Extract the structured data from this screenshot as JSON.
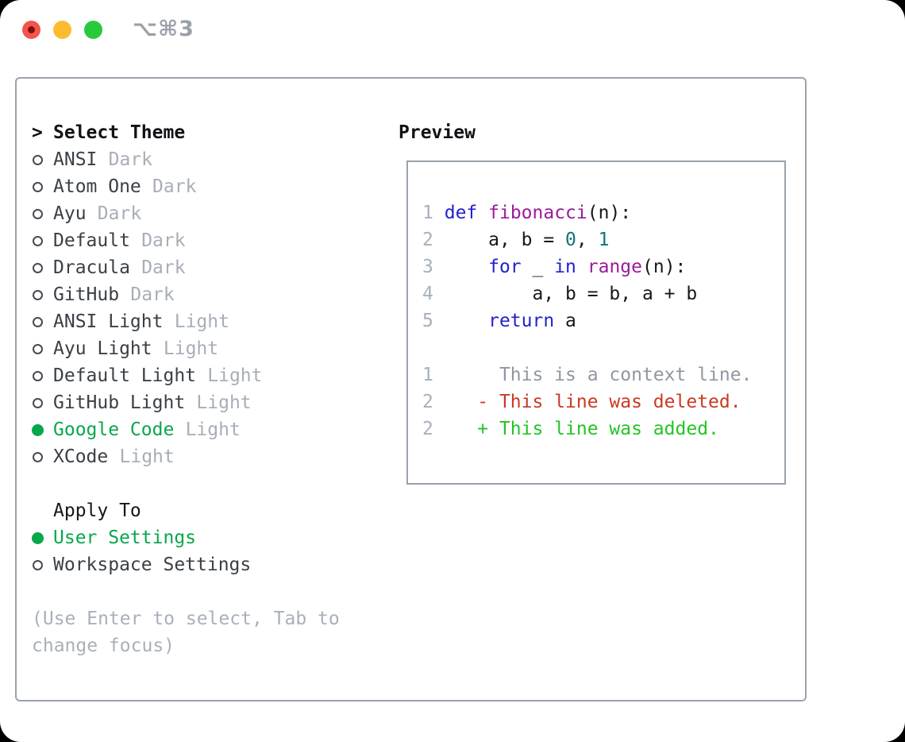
{
  "titlebar": {
    "shortcut": "⌥⌘3",
    "traffic_lights": [
      {
        "name": "close",
        "color": "#f4544c"
      },
      {
        "name": "minimize",
        "color": "#fcbb2f"
      },
      {
        "name": "zoom",
        "color": "#29c93e"
      }
    ]
  },
  "theme_selector": {
    "prompt": ">",
    "title": "Select Theme",
    "items": [
      {
        "label": "ANSI",
        "variant": "Dark",
        "selected": false
      },
      {
        "label": "Atom One",
        "variant": "Dark",
        "selected": false
      },
      {
        "label": "Ayu",
        "variant": "Dark",
        "selected": false
      },
      {
        "label": "Default",
        "variant": "Dark",
        "selected": false
      },
      {
        "label": "Dracula",
        "variant": "Dark",
        "selected": false
      },
      {
        "label": "GitHub",
        "variant": "Dark",
        "selected": false
      },
      {
        "label": "ANSI Light",
        "variant": "Light",
        "selected": false
      },
      {
        "label": "Ayu Light",
        "variant": "Light",
        "selected": false
      },
      {
        "label": "Default Light",
        "variant": "Light",
        "selected": false
      },
      {
        "label": "GitHub Light",
        "variant": "Light",
        "selected": false
      },
      {
        "label": "Google Code",
        "variant": "Light",
        "selected": true
      },
      {
        "label": "XCode",
        "variant": "Light",
        "selected": false
      }
    ]
  },
  "apply_to": {
    "title": "Apply To",
    "options": [
      {
        "label": "User Settings",
        "selected": true
      },
      {
        "label": "Workspace Settings",
        "selected": false
      }
    ]
  },
  "help_text": "(Use Enter to select, Tab to change focus)",
  "preview": {
    "title": "Preview",
    "lines": [
      {
        "n": "1",
        "s": [
          [
            "pl",
            " "
          ],
          [
            "kw",
            "def"
          ],
          [
            "pl",
            " "
          ],
          [
            "fn",
            "fibonacci"
          ],
          [
            "pl",
            "(n):"
          ]
        ]
      },
      {
        "n": "2",
        "s": [
          [
            "pl",
            "     a, b = "
          ],
          [
            "lit",
            "0"
          ],
          [
            "pl",
            ", "
          ],
          [
            "lit",
            "1"
          ]
        ]
      },
      {
        "n": "3",
        "s": [
          [
            "pl",
            "     "
          ],
          [
            "kw",
            "for"
          ],
          [
            "pl",
            " _ "
          ],
          [
            "kw",
            "in"
          ],
          [
            "pl",
            " "
          ],
          [
            "fn",
            "range"
          ],
          [
            "pl",
            "(n):"
          ]
        ]
      },
      {
        "n": "4",
        "s": [
          [
            "pl",
            "         a, b = b, a + b"
          ]
        ]
      },
      {
        "n": "5",
        "s": [
          [
            "pl",
            "     "
          ],
          [
            "kw",
            "return"
          ],
          [
            "pl",
            " a"
          ]
        ]
      },
      {
        "n": "",
        "s": []
      },
      {
        "n": "1",
        "s": [
          [
            "ctx",
            "      This is a context line."
          ]
        ]
      },
      {
        "n": "2",
        "s": [
          [
            "pl",
            "    "
          ],
          [
            "del",
            "- This line was deleted."
          ]
        ]
      },
      {
        "n": "2",
        "s": [
          [
            "pl",
            "    "
          ],
          [
            "add",
            "+ This line was added."
          ]
        ]
      }
    ]
  },
  "palette": {
    "selected_green": "#08a74c",
    "keyword_blue": "#2222cc",
    "function_purple": "#9b1b9b",
    "literal_teal": "#0e7575",
    "deleted_red": "#c93a23",
    "added_green": "#24c424",
    "context_gray": "#8e98a2",
    "line_number_gray": "#a7b0bc",
    "variant_gray": "#a7aeb9",
    "border_gray": "#9aa3ae"
  }
}
